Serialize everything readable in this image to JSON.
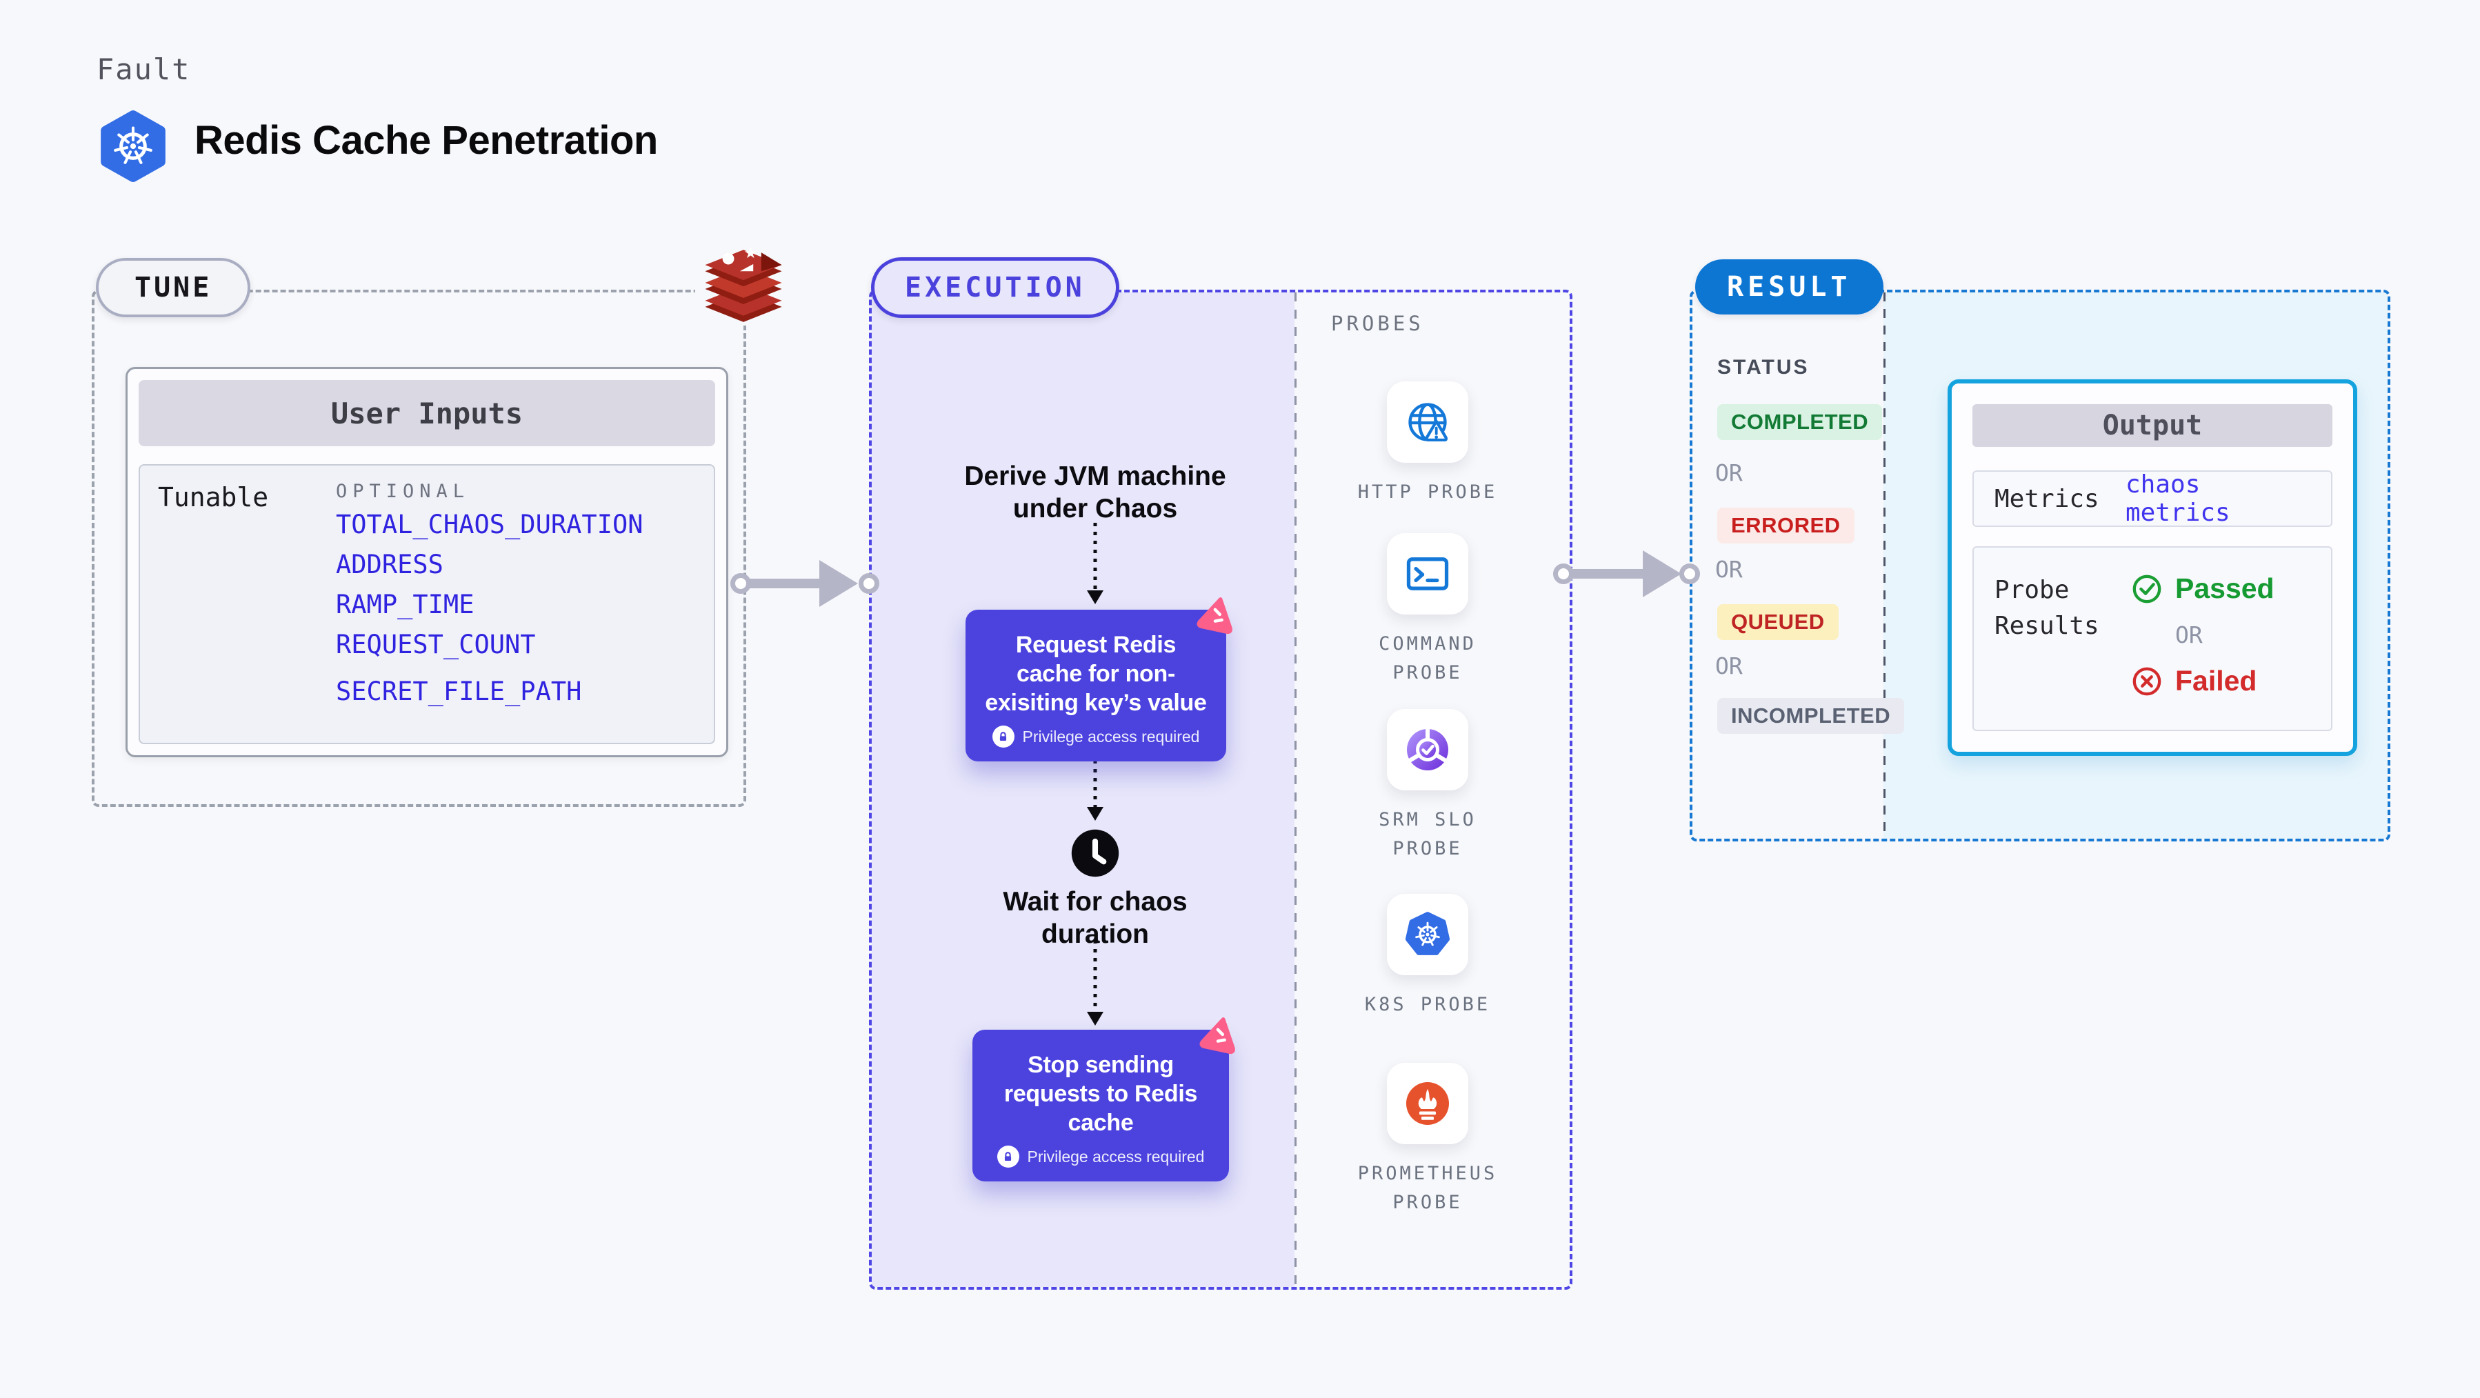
{
  "header": {
    "kicker": "Fault",
    "title": "Redis Cache Penetration"
  },
  "tune": {
    "label": "TUNE",
    "user_inputs": {
      "header": "User Inputs",
      "row_label": "Tunable",
      "optional_label": "OPTIONAL",
      "params": [
        "TOTAL_CHAOS_DURATION",
        "ADDRESS",
        "RAMP_TIME",
        "REQUEST_COUNT",
        "SECRET_FILE_PATH"
      ]
    }
  },
  "execution": {
    "label": "EXECUTION",
    "flow": {
      "step1": "Derive JVM machine\nunder Chaos",
      "node1": {
        "text": "Request Redis\ncache for non-\nexisiting key’s value",
        "badge": "Privilege access required"
      },
      "step2": "Wait for chaos\nduration",
      "node2": {
        "text": "Stop sending\nrequests to Redis\ncache",
        "badge": "Privilege access required"
      }
    },
    "probes": {
      "label": "PROBES",
      "items": [
        {
          "label": "HTTP PROBE"
        },
        {
          "label": "COMMAND PROBE"
        },
        {
          "label": "SRM SLO PROBE"
        },
        {
          "label": "K8S PROBE"
        },
        {
          "label": "PROMETHEUS PROBE"
        }
      ]
    }
  },
  "result": {
    "label": "RESULT",
    "status_title": "STATUS",
    "or_label": "OR",
    "statuses": [
      {
        "label": "COMPLETED"
      },
      {
        "label": "ERRORED"
      },
      {
        "label": "QUEUED"
      },
      {
        "label": "INCOMPLETED"
      }
    ],
    "output": {
      "header": "Output",
      "metrics_label": "Metrics",
      "metrics_value": "chaos metrics",
      "probe_results_label": "Probe Results",
      "passed_label": "Passed",
      "failed_label": "Failed"
    }
  },
  "colors": {
    "accent_indigo": "#4c43df",
    "accent_blue": "#0d76d3",
    "accent_cyan": "#14a3de",
    "param_blue": "#3023e0",
    "completed_green": "#127a34",
    "errored_red": "#c81e1e",
    "queued_red_on_yellow": "#bf2424",
    "incompleted_gray": "#5a6172",
    "passed_green": "#169a32",
    "failed_red": "#d32b2b",
    "litmus_pink": "#fb5f8a",
    "redis_red": "#b7322a",
    "prometheus_orange": "#e6522c",
    "k8s_blue": "#326de6"
  }
}
